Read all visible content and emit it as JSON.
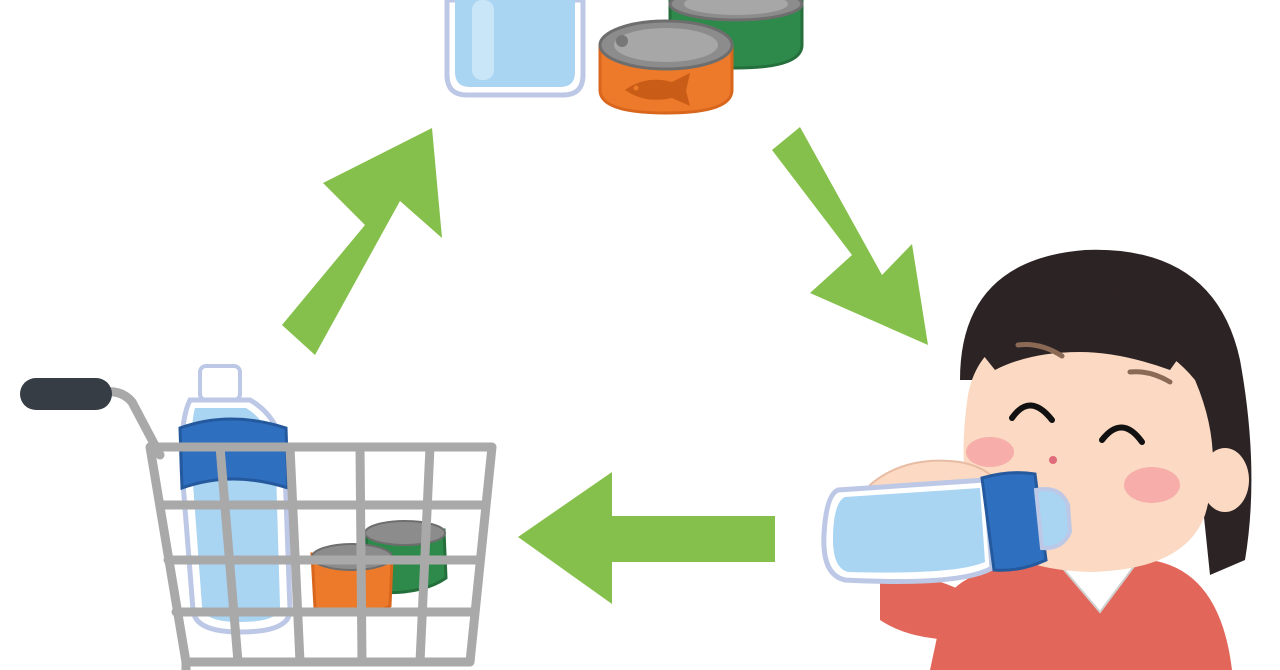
{
  "diagram": {
    "kind": "cycle",
    "stages": [
      {
        "id": "stockpile",
        "items": [
          "water-bottle",
          "canned-fish",
          "green-can"
        ]
      },
      {
        "id": "consume",
        "items": [
          "girl",
          "water-bottle"
        ]
      },
      {
        "id": "restock",
        "items": [
          "shopping-cart",
          "water-bottle",
          "canned-fish",
          "green-can"
        ]
      }
    ],
    "flow": [
      "stockpile",
      "consume",
      "restock",
      "stockpile"
    ]
  },
  "colors": {
    "arrow": "#86c04c",
    "bottle_water": "#a9d4f2",
    "bottle_label": "#2f6fc0",
    "can_orange": "#ec7a2a",
    "can_green": "#2d8a4a",
    "can_lid": "#8c8c8c",
    "hair": "#2c2325",
    "skin": "#fbd9c2",
    "cheek": "#f6a5a5",
    "sweater": "#e2675a",
    "cart_frame": "#a9a9a9",
    "cart_handle": "#373d45"
  }
}
